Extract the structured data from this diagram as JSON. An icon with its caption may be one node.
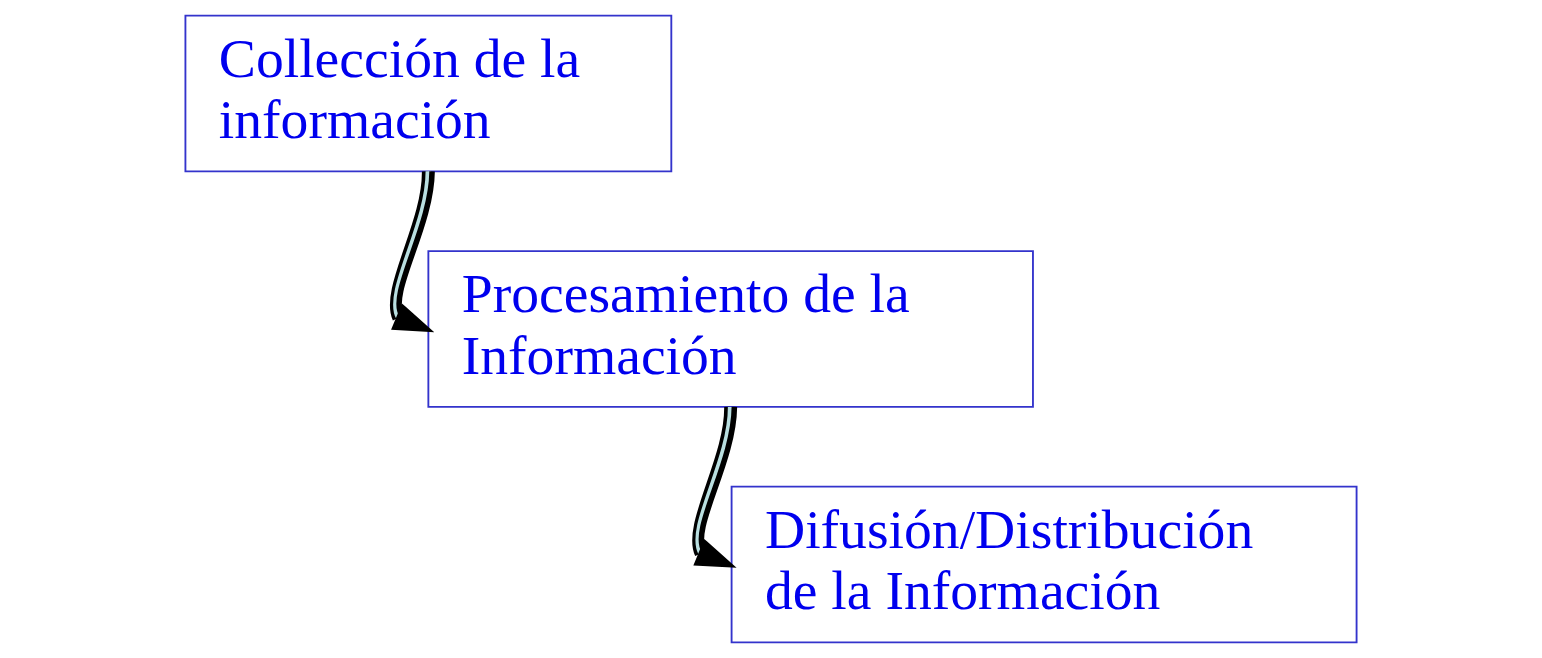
{
  "diagram": {
    "nodes": [
      {
        "text": [
          "Collección de la información"
        ]
      },
      {
        "text": [
          "Procesamiento de la Información"
        ]
      },
      {
        "text": [
          "Difusión/Distribución de la Información"
        ]
      }
    ],
    "edges": [
      {
        "from": 0,
        "to": 1,
        "arrow": "to"
      },
      {
        "from": 1,
        "to": 2,
        "arrow": "to"
      }
    ]
  }
}
